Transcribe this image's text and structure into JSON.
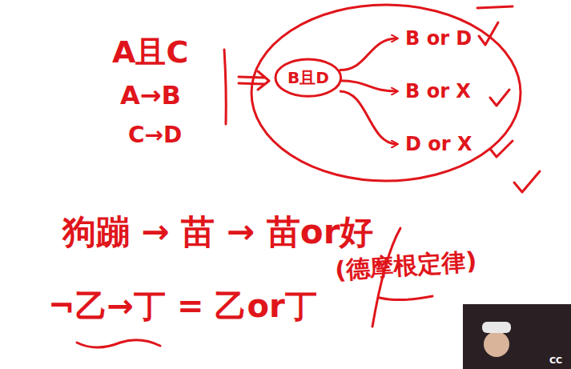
{
  "diagram": {
    "nodes": [
      {
        "text": []
      },
      {
        "text": [
          "B且D"
        ],
        "in": 0
      },
      {
        "text": [
          "B or D"
        ],
        "in": 0
      },
      {
        "text": [
          "B or X"
        ],
        "in": 0
      },
      {
        "text": [
          "D or X"
        ],
        "in": 0
      }
    ],
    "edges": [
      {
        "from": 1,
        "to": 2,
        "arrow": "to"
      },
      {
        "from": 1,
        "to": 3,
        "arrow": "to"
      },
      {
        "from": 1,
        "to": 4,
        "arrow": "to"
      }
    ],
    "labels": [
      "A且C",
      "A→B",
      "C→D",
      "狗蹦 → 苗 → 苗or好",
      "¬乙→丁 = 乙or丁",
      "(德摩根定律)",
      "CC"
    ]
  }
}
